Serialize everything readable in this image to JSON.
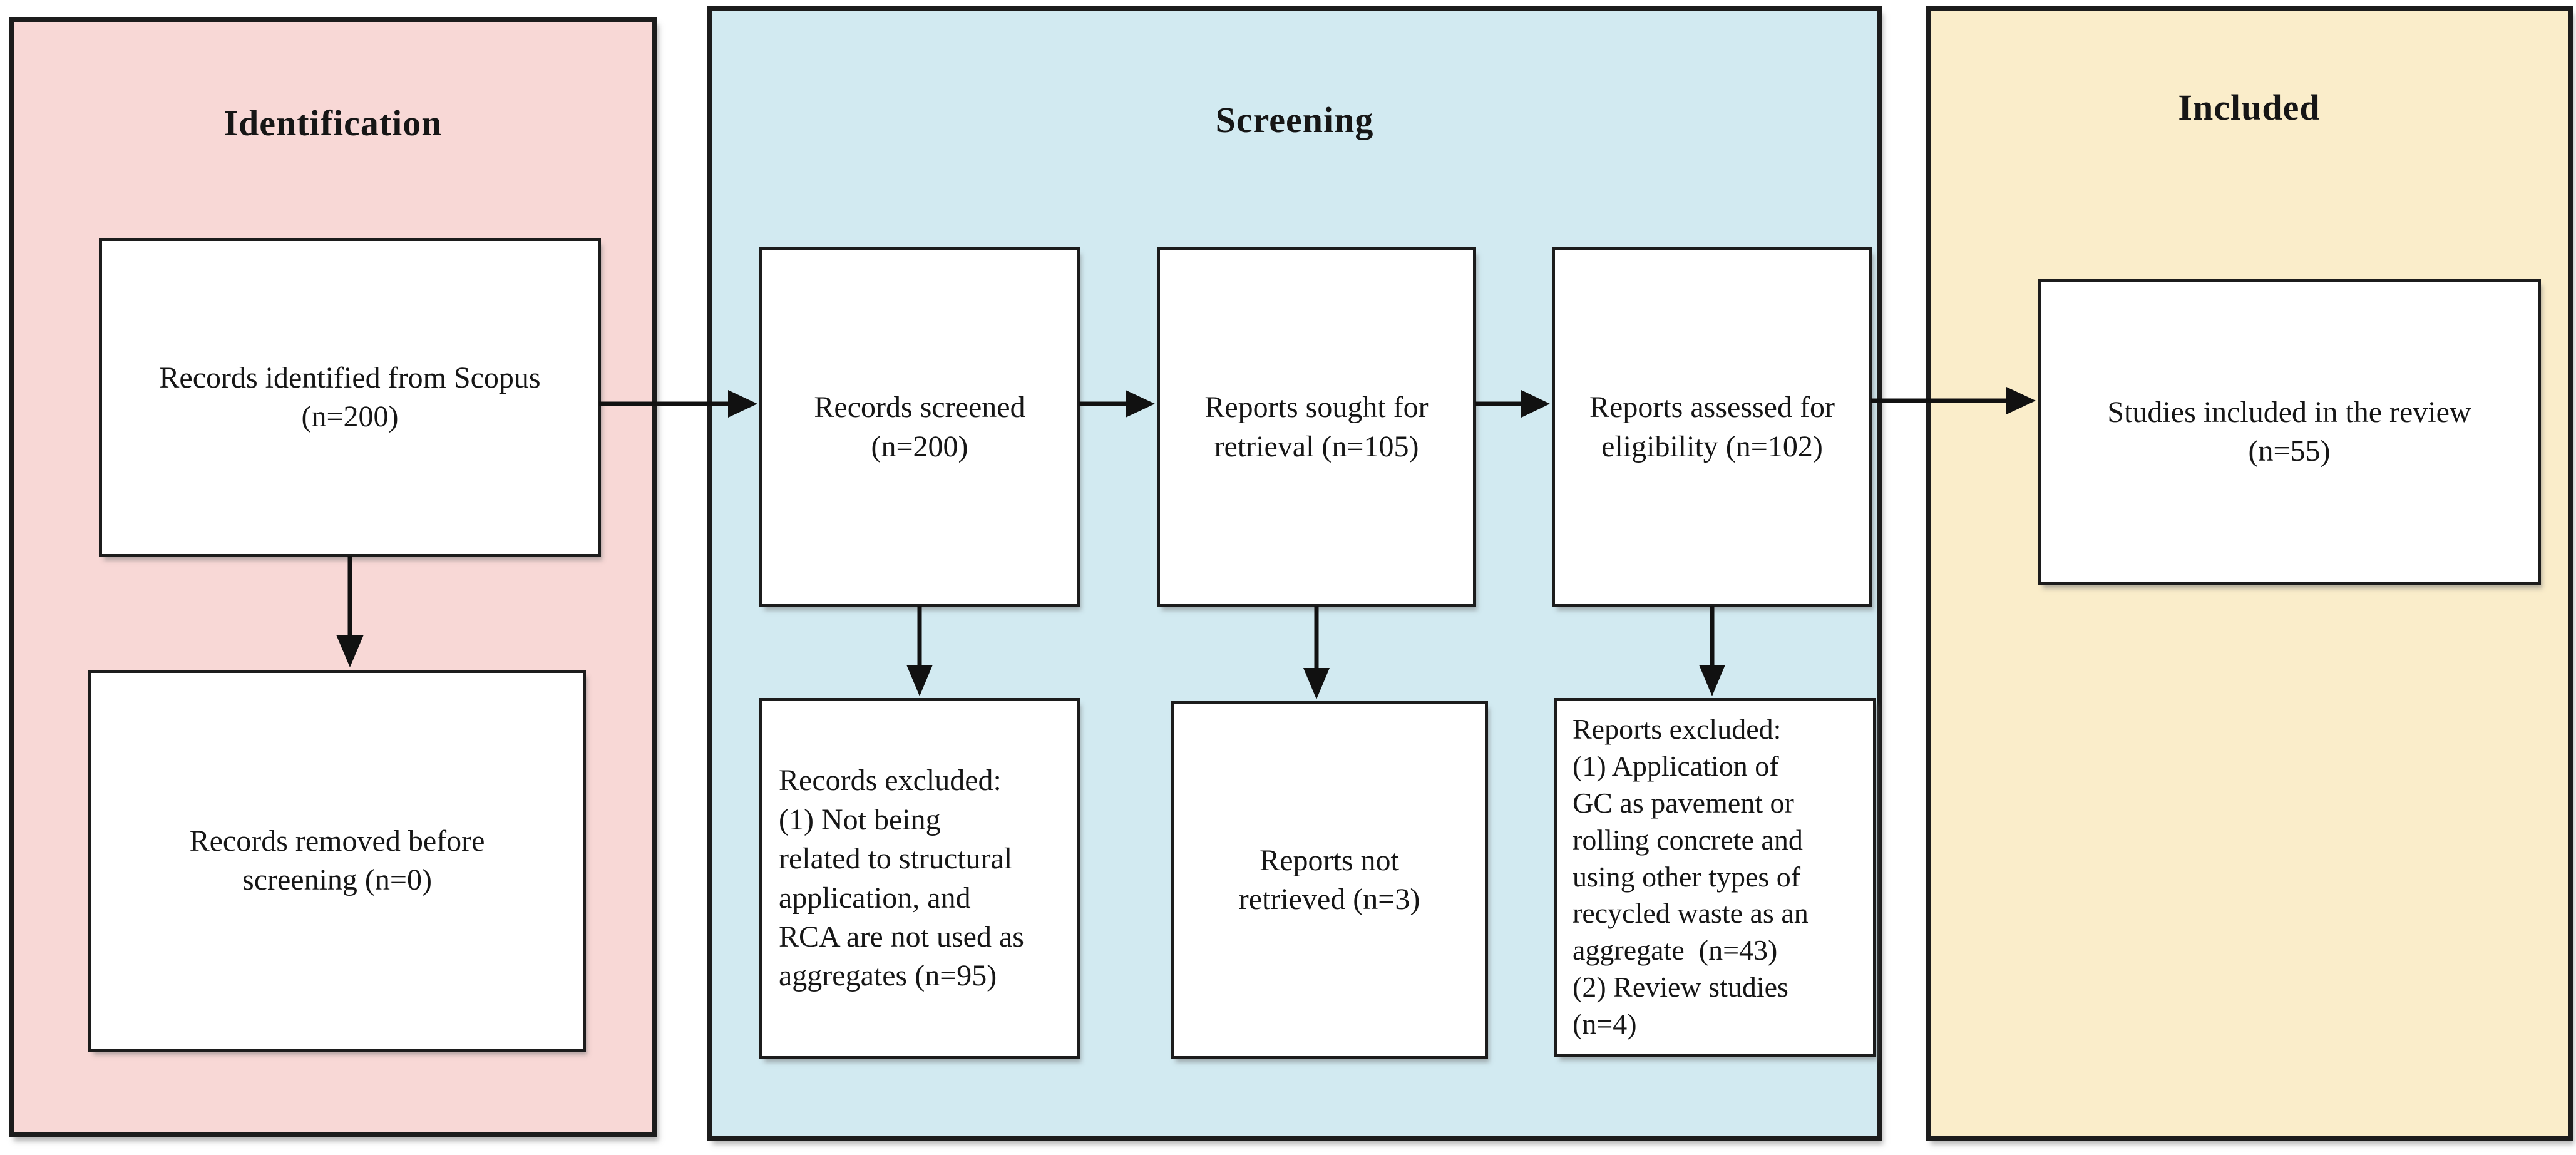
{
  "panels": {
    "identification": {
      "title": "Identification"
    },
    "screening": {
      "title": "Screening"
    },
    "included": {
      "title": "Included"
    }
  },
  "boxes": {
    "records_identified": {
      "text": "Records identified from Scopus\n(n=200)"
    },
    "records_removed": {
      "text": "Records removed before\nscreening (n=0)"
    },
    "records_screened": {
      "text": "Records screened\n(n=200)"
    },
    "reports_sought": {
      "text": "Reports sought for\nretrieval (n=105)"
    },
    "reports_assessed": {
      "text": "Reports assessed for\neligibility (n=102)"
    },
    "records_excluded": {
      "text": "Records excluded:\n(1) Not being\nrelated to structural\napplication, and\nRCA are not used as\naggregates (n=95)"
    },
    "reports_not_retrieved": {
      "text": "Reports not\nretrieved (n=3)"
    },
    "reports_excluded": {
      "text": "Reports excluded:\n(1) Application of\nGC as pavement or\nrolling concrete and\nusing other types of\nrecycled waste as an\naggregate  (n=43)\n(2) Review studies\n(n=4)"
    },
    "studies_included": {
      "text": "Studies included in the review\n(n=55)"
    }
  },
  "colors": {
    "identification_bg": "#f8d8d6",
    "screening_bg": "#d2eaf1",
    "included_bg": "#faedca",
    "panel_border": "#1c1c1c",
    "arrow": "#111111"
  }
}
